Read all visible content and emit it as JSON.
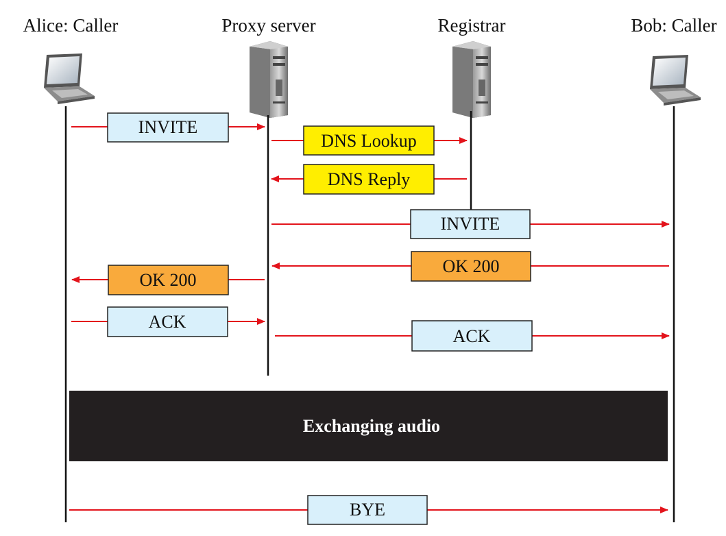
{
  "participants": [
    {
      "id": "alice",
      "label": "Alice: Caller",
      "icon": "laptop-icon"
    },
    {
      "id": "proxy",
      "label": "Proxy server",
      "icon": "server-icon"
    },
    {
      "id": "registrar",
      "label": "Registrar",
      "icon": "server-icon"
    },
    {
      "id": "bob",
      "label": "Bob: Caller",
      "icon": "laptop-icon"
    }
  ],
  "messages": [
    {
      "id": "invite-1",
      "label": "INVITE",
      "from": "alice",
      "to": "proxy",
      "color": "#d9f0fb"
    },
    {
      "id": "dns-lookup",
      "label": "DNS Lookup",
      "from": "proxy",
      "to": "registrar",
      "color": "#ffee00"
    },
    {
      "id": "dns-reply",
      "label": "DNS Reply",
      "from": "registrar",
      "to": "proxy",
      "color": "#ffee00"
    },
    {
      "id": "invite-2",
      "label": "INVITE",
      "from": "proxy",
      "to": "bob",
      "color": "#d9f0fb"
    },
    {
      "id": "ok200-1",
      "label": "OK 200",
      "from": "bob",
      "to": "proxy",
      "color": "#f9aa3c"
    },
    {
      "id": "ok200-2",
      "label": "OK 200",
      "from": "proxy",
      "to": "alice",
      "color": "#f9aa3c"
    },
    {
      "id": "ack-1",
      "label": "ACK",
      "from": "alice",
      "to": "proxy",
      "color": "#d9f0fb"
    },
    {
      "id": "ack-2",
      "label": "ACK",
      "from": "proxy",
      "to": "bob",
      "color": "#d9f0fb"
    },
    {
      "id": "bye",
      "label": "BYE",
      "from": "alice",
      "to": "bob",
      "color": "#d9f0fb"
    }
  ],
  "audio": {
    "label": "Exchanging audio",
    "color": "#231f20"
  },
  "colors": {
    "arrow": "#e3131b",
    "lifeline": "#111111"
  }
}
